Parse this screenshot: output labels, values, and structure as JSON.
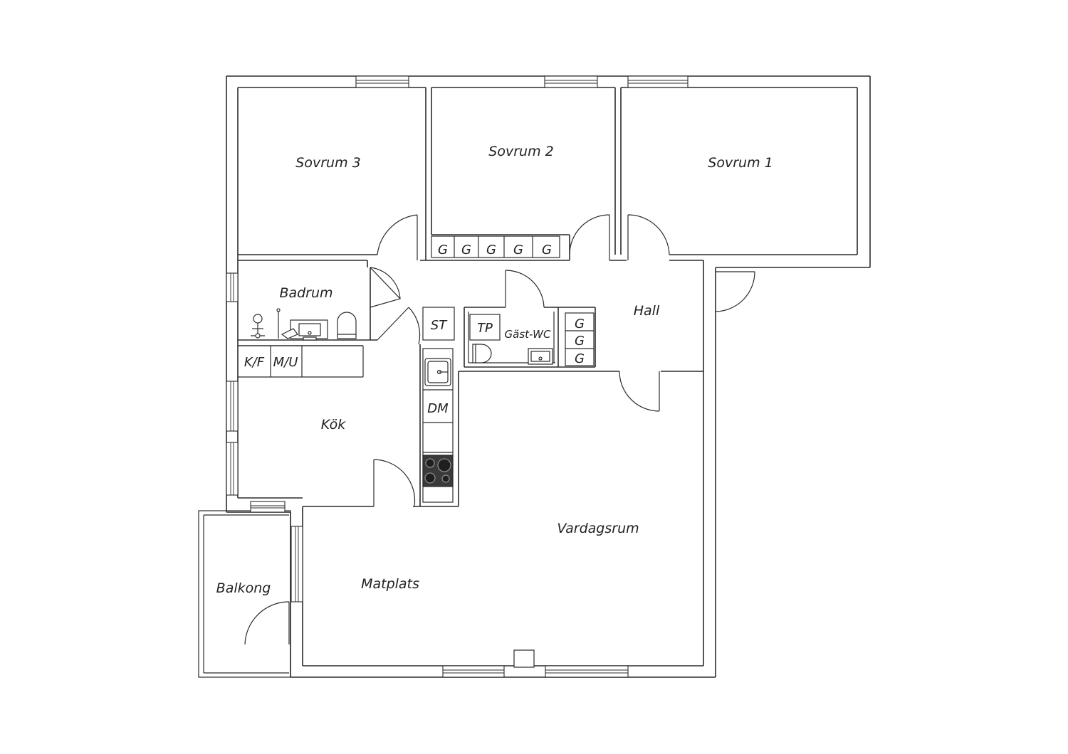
{
  "rooms": {
    "sovrum3": "Sovrum 3",
    "sovrum2": "Sovrum 2",
    "sovrum1": "Sovrum 1",
    "badrum": "Badrum",
    "hall": "Hall",
    "gast_wc": "Gäst-WC",
    "kok": "Kök",
    "vardagsrum": "Vardagsrum",
    "matplats": "Matplats",
    "balkong": "Balkong"
  },
  "fixtures": {
    "wardrobe_top": [
      "G",
      "G",
      "G",
      "G",
      "G"
    ],
    "wardrobe_hall": [
      "G",
      "G",
      "G"
    ],
    "st": "ST",
    "tp": "TP",
    "dm": "DM",
    "kf": "K/F",
    "mu": "M/U"
  }
}
